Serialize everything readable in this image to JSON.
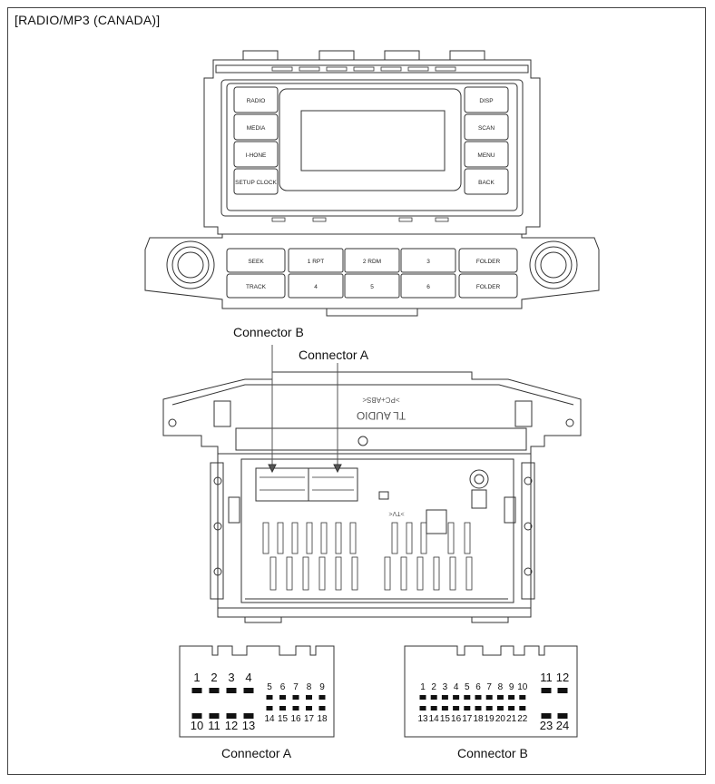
{
  "title": "[RADIO/MP3 (CANADA)]",
  "front_panel": {
    "left_buttons": [
      "RADIO",
      "MEDIA",
      "I-HONE",
      "SETUP CLOCK"
    ],
    "right_buttons": [
      "DISP",
      "SCAN",
      "MENU",
      "BACK"
    ],
    "bottom_row1": [
      "SEEK",
      "1 RPT",
      "2 RDM",
      "3",
      "FOLDER"
    ],
    "bottom_row2": [
      "TRACK",
      "4",
      "5",
      "6",
      "FOLDER"
    ]
  },
  "rear_panel": {
    "label_text": "TL AUDIO",
    "label_code": ">PC+ABS<",
    "small_mark": ">TV<"
  },
  "callouts": {
    "connector_b": "Connector B",
    "connector_a": "Connector A"
  },
  "connector_a": {
    "caption": "Connector A",
    "top_large": [
      "1",
      "2",
      "3",
      "4"
    ],
    "top_small": [
      "5",
      "6",
      "7",
      "8",
      "9"
    ],
    "bottom_large": [
      "10",
      "11",
      "12",
      "13"
    ],
    "bottom_small": [
      "14",
      "15",
      "16",
      "17",
      "18"
    ]
  },
  "connector_b": {
    "caption": "Connector B",
    "top_small": [
      "1",
      "2",
      "3",
      "4",
      "5",
      "6",
      "7",
      "8",
      "9",
      "10"
    ],
    "top_large": [
      "11",
      "12"
    ],
    "bottom_small": [
      "13",
      "14",
      "15",
      "16",
      "17",
      "18",
      "19",
      "20",
      "21",
      "22"
    ],
    "bottom_large": [
      "23",
      "24"
    ]
  }
}
